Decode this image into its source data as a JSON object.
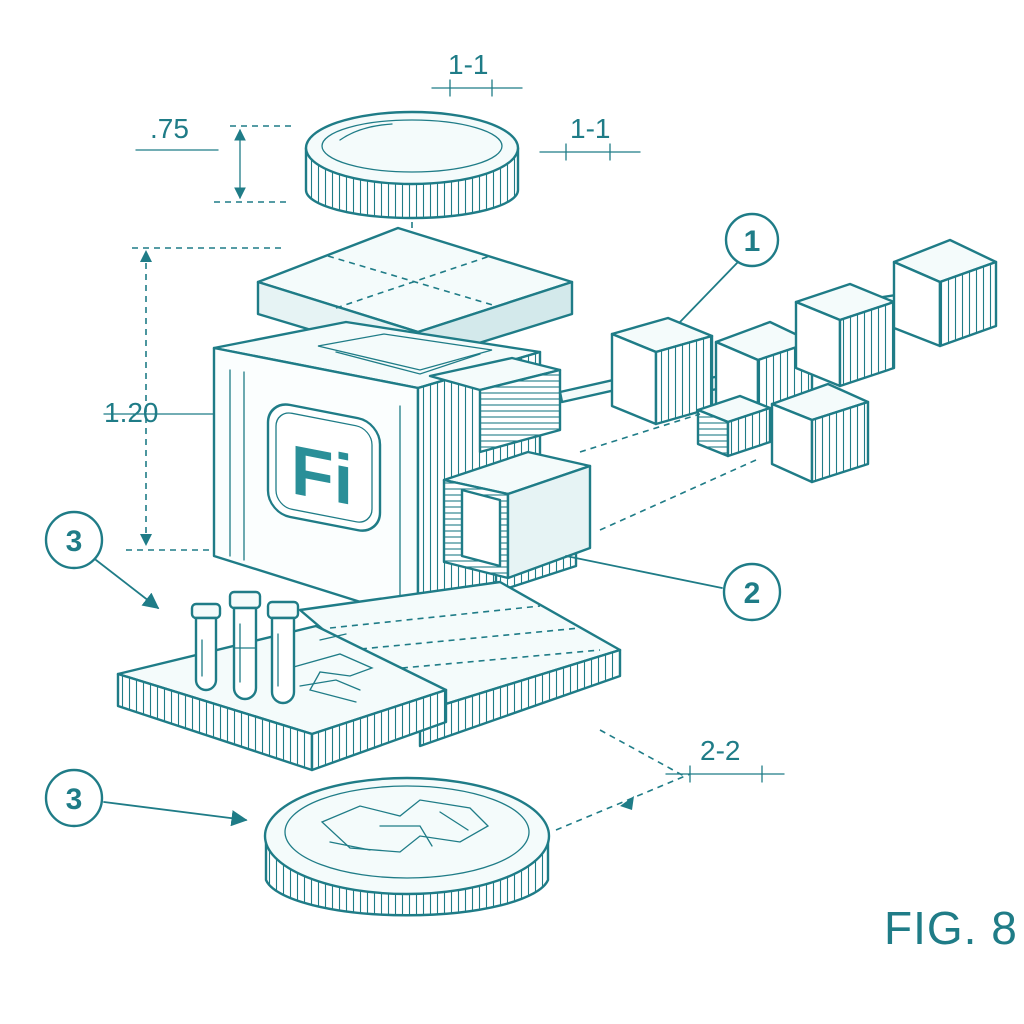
{
  "colors": {
    "ink": "#1f7c87",
    "paper": "#ffffff",
    "face_light": "#f4fbfb",
    "face_mid": "#e6f3f4",
    "face_dark": "#d3e9eb",
    "logo_fill": "#2a8f98"
  },
  "dimensions": {
    "top_section_1": "1-1",
    "top_section_2": "1-1",
    "cap_height": ".75",
    "body_height": "1.20",
    "bottom_section": "2-2"
  },
  "callouts": {
    "one": "1",
    "two": "2",
    "three_upper": "3",
    "three_lower": "3"
  },
  "logo": {
    "text": "Fi"
  },
  "figure_label": "FIG. 8",
  "icons": [
    "coin-icon",
    "cube-icon",
    "test-tube-icon",
    "circuit-token-icon"
  ]
}
